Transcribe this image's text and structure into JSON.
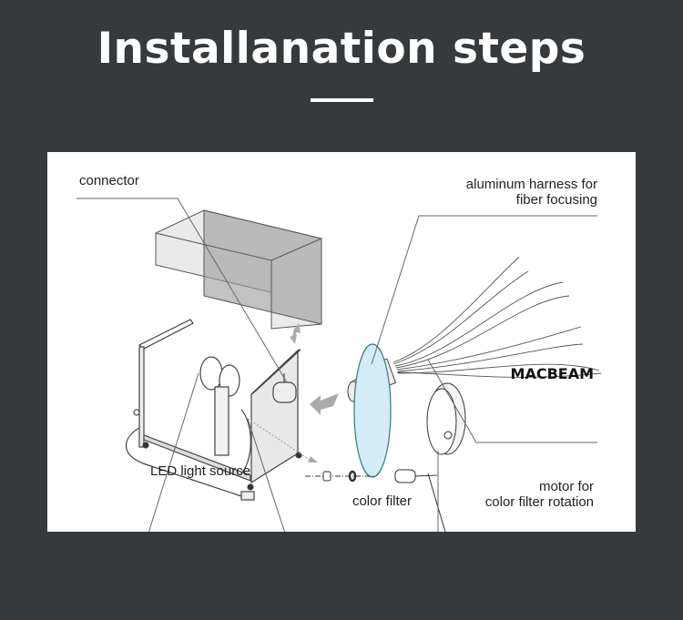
{
  "header": {
    "title": "Installanation steps"
  },
  "diagram": {
    "labels": {
      "connector": "connector",
      "harness_line1": "aluminum harness for",
      "harness_line2": "fiber focusing",
      "brand": "MACBEAM",
      "led": "LED light source",
      "color_filter": "color filter",
      "motor_line1": "motor for",
      "motor_line2": "color filter rotation"
    },
    "colors": {
      "background": "#363a3d",
      "panel": "#ffffff",
      "filter": "#cfe9f5"
    }
  }
}
